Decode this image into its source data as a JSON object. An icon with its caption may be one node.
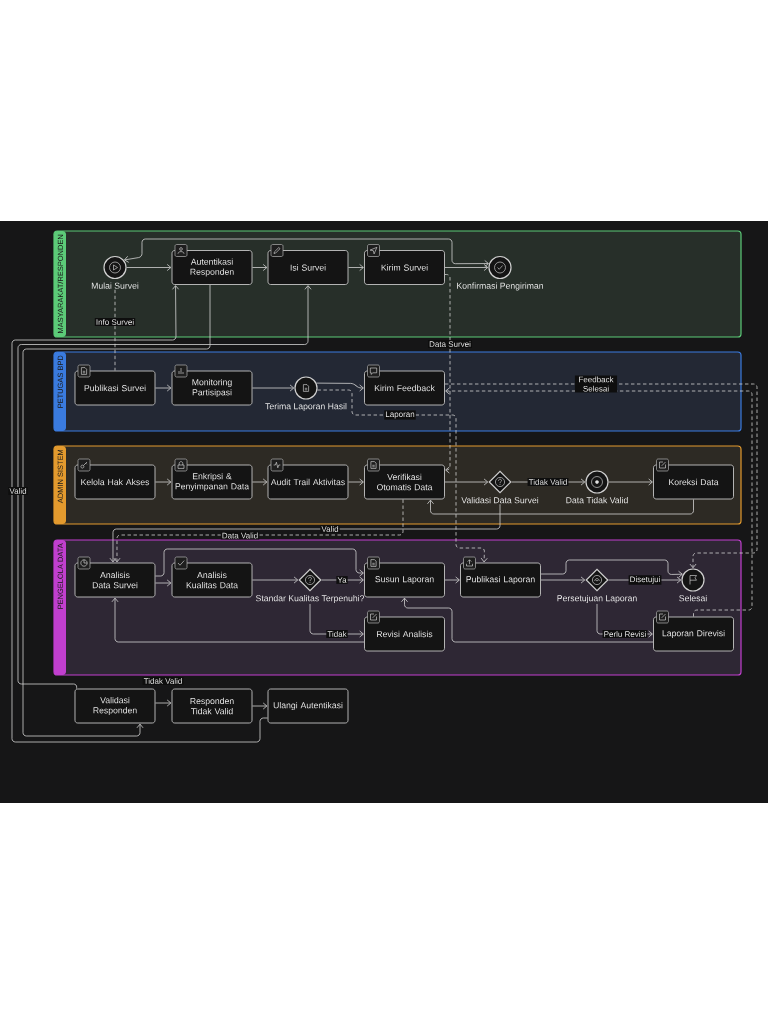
{
  "diagram": {
    "nodes": [
      {
        "text": [
          "MASYARAKAT/RESPONDEN"
        ]
      },
      {
        "text": [
          "Mulai Survei"
        ],
        "in": 0
      },
      {
        "text": [
          "Autentikasi Responden"
        ],
        "in": 0
      },
      {
        "text": [
          "Isi Survei"
        ],
        "in": 0
      },
      {
        "text": [
          "Kirim Survei"
        ],
        "in": 0
      },
      {
        "text": [
          "Konfirmasi Pengiriman"
        ],
        "in": 0
      },
      {
        "text": [
          "PETUGAS BPD"
        ]
      },
      {
        "text": [
          "Publikasi Survei"
        ],
        "in": 6
      },
      {
        "text": [
          "Monitoring Partisipasi"
        ],
        "in": 6
      },
      {
        "text": [
          "Terima Laporan Hasil"
        ],
        "in": 6
      },
      {
        "text": [
          "Kirim Feedback"
        ],
        "in": 6
      },
      {
        "text": [
          "ADMIN SISTEM"
        ]
      },
      {
        "text": [
          "Kelola Hak Akses"
        ],
        "in": 11
      },
      {
        "text": [
          "Enkripsi & Penyimpanan Data"
        ],
        "in": 11
      },
      {
        "text": [
          "Audit Trail Aktivitas"
        ],
        "in": 11
      },
      {
        "text": [
          "Verifikasi Otomatis Data"
        ],
        "in": 11
      },
      {
        "text": [
          "Validasi Data Survei"
        ],
        "in": 11
      },
      {
        "text": [
          "Data Tidak Valid"
        ],
        "in": 11
      },
      {
        "text": [
          "Koreksi Data"
        ],
        "in": 11
      },
      {
        "text": [
          "PENGELOLA DATA"
        ]
      },
      {
        "text": [
          "Analisis Data Survei"
        ],
        "in": 19
      },
      {
        "text": [
          "Analisis Kualitas Data"
        ],
        "in": 19
      },
      {
        "text": [
          "Standar Kualitas Terpenuhi?"
        ],
        "in": 19
      },
      {
        "text": [
          "Susun Laporan"
        ],
        "in": 19
      },
      {
        "text": [
          "Publikasi Laporan"
        ],
        "in": 19
      },
      {
        "text": [
          "Persetujuan Laporan"
        ],
        "in": 19
      },
      {
        "text": [
          "Selesai"
        ],
        "in": 19
      },
      {
        "text": [
          "Revisi Analisis"
        ],
        "in": 19
      },
      {
        "text": [
          "Laporan Direvisi"
        ],
        "in": 19
      },
      {
        "text": [
          "Validasi Responden"
        ]
      },
      {
        "text": [
          "Responden Tidak Valid"
        ]
      },
      {
        "text": [
          "Ulangi Autentikasi"
        ]
      }
    ],
    "edges": [
      {
        "from": 1,
        "to": 2,
        "arrow": "to"
      },
      {
        "from": 2,
        "to": 3,
        "arrow": "to"
      },
      {
        "from": 3,
        "to": 4,
        "arrow": "to"
      },
      {
        "from": 4,
        "to": 5,
        "arrow": "to"
      },
      {
        "from": 5,
        "to": 1,
        "arrow": "both"
      },
      {
        "from": 1,
        "to": 7,
        "arrow": "none",
        "style": "dashed",
        "label": "Info Survei"
      },
      {
        "from": 4,
        "to": 15,
        "arrow": "to",
        "style": "dashed",
        "label": "Data Survei"
      },
      {
        "from": 7,
        "to": 8,
        "arrow": "to"
      },
      {
        "from": 8,
        "to": 9,
        "arrow": "to"
      },
      {
        "from": 9,
        "to": 10,
        "arrow": "to"
      },
      {
        "from": 9,
        "to": 24,
        "arrow": "to",
        "style": "dashed",
        "label": "Laporan"
      },
      {
        "from": 10,
        "to": 26,
        "arrow": "to",
        "style": "dashed",
        "label": "Feedback Selesai"
      },
      {
        "from": 28,
        "to": 10,
        "arrow": "to",
        "style": "dashed"
      },
      {
        "from": 12,
        "to": 13,
        "arrow": "to"
      },
      {
        "from": 13,
        "to": 14,
        "arrow": "to"
      },
      {
        "from": 14,
        "to": 15,
        "arrow": "to"
      },
      {
        "from": 15,
        "to": 16,
        "arrow": "to"
      },
      {
        "from": 16,
        "to": 17,
        "arrow": "to",
        "label": "Tidak Valid"
      },
      {
        "from": 17,
        "to": 18,
        "arrow": "to"
      },
      {
        "from": 18,
        "to": 15,
        "arrow": "to"
      },
      {
        "from": 16,
        "to": 20,
        "arrow": "to",
        "label": "Valid"
      },
      {
        "from": 15,
        "to": 20,
        "arrow": "to",
        "style": "dashed",
        "label": "Data Valid"
      },
      {
        "from": 20,
        "to": 21,
        "arrow": "to"
      },
      {
        "from": 20,
        "to": 23,
        "arrow": "to"
      },
      {
        "from": 21,
        "to": 22,
        "arrow": "to"
      },
      {
        "from": 22,
        "to": 23,
        "arrow": "to",
        "label": "Ya"
      },
      {
        "from": 22,
        "to": 27,
        "arrow": "to",
        "label": "Tidak"
      },
      {
        "from": 27,
        "to": 20,
        "arrow": "to"
      },
      {
        "from": 23,
        "to": 24,
        "arrow": "to"
      },
      {
        "from": 24,
        "to": 25,
        "arrow": "to"
      },
      {
        "from": 24,
        "to": 26,
        "arrow": "to"
      },
      {
        "from": 25,
        "to": 26,
        "arrow": "to",
        "label": "Disetujui"
      },
      {
        "from": 25,
        "to": 28,
        "arrow": "to",
        "label": "Perlu Revisi"
      },
      {
        "from": 28,
        "to": 23,
        "arrow": "to"
      },
      {
        "from": 2,
        "to": 29,
        "arrow": "to"
      },
      {
        "from": 29,
        "to": 3,
        "arrow": "to",
        "label": "Valid"
      },
      {
        "from": 29,
        "to": 30,
        "arrow": "to",
        "label": "Tidak Valid"
      },
      {
        "from": 30,
        "to": 31,
        "arrow": "to"
      },
      {
        "from": 31,
        "to": 2,
        "arrow": "to"
      }
    ]
  }
}
